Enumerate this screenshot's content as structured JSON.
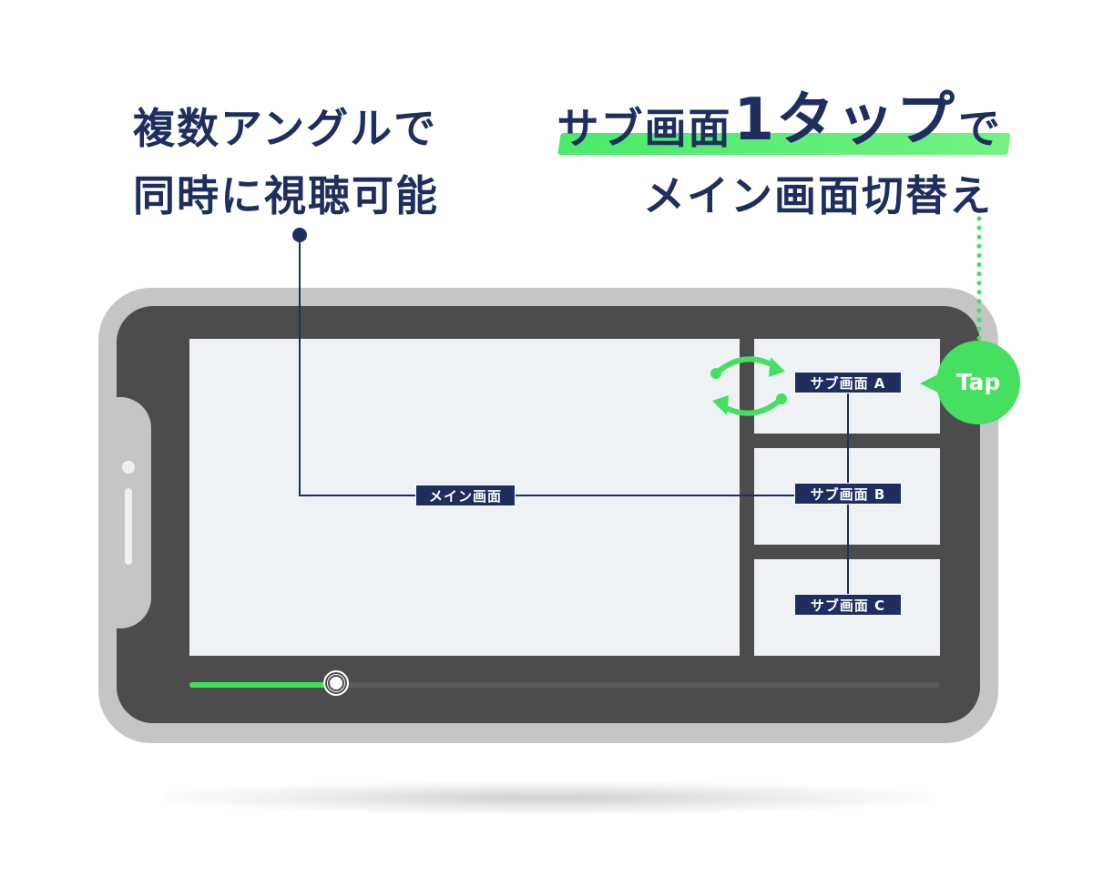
{
  "headline_left": {
    "line1": "複数アングルで",
    "line2": "同時に視聴可能"
  },
  "headline_right": {
    "line1_pre": "サブ画面",
    "line1_big": "1タップ",
    "line1_post": "で",
    "line2": "メイン画面切替え"
  },
  "screen": {
    "main_label": "メイン画面",
    "sub_labels": [
      "サブ画面 A",
      "サブ画面 B",
      "サブ画面 C"
    ]
  },
  "tap_label": "Tap",
  "progress": {
    "fraction": 0.195
  },
  "colors": {
    "navy": "#1e2f5f",
    "green": "#45e05f",
    "pane": "#eef2f5",
    "bezel": "#c5c5c5",
    "screen": "#4c4c4c"
  },
  "icons": {
    "swap": "swap-arrows-icon"
  }
}
